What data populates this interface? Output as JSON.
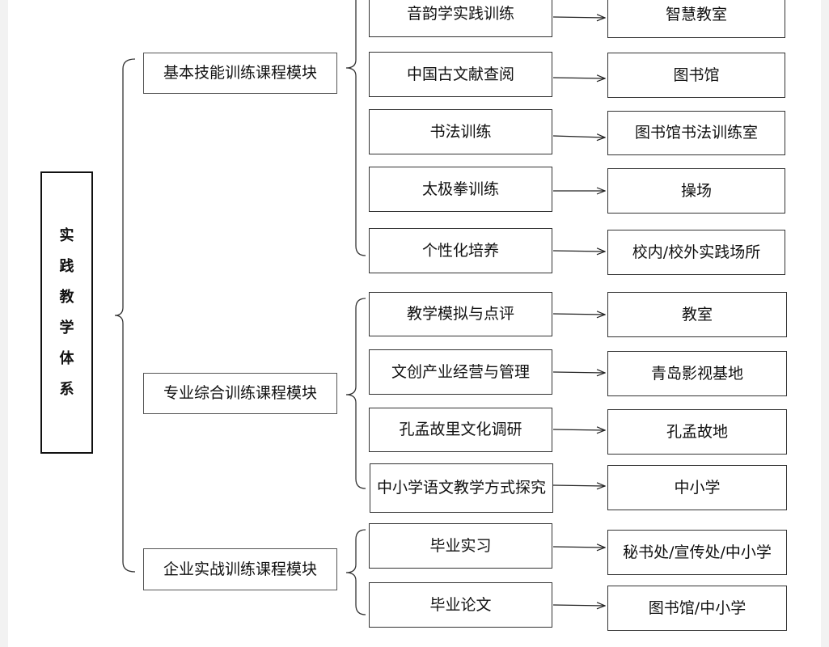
{
  "root": {
    "label": [
      "实",
      "践",
      "教",
      "学",
      "体",
      "系"
    ]
  },
  "modules": [
    {
      "label": "基本技能训练课程模块",
      "courses": [
        {
          "name": "音韵学实践训练",
          "venue": "智慧教室"
        },
        {
          "name": "中国古文献查阅",
          "venue": "图书馆"
        },
        {
          "name": "书法训练",
          "venue": "图书馆书法训练室"
        },
        {
          "name": "太极拳训练",
          "venue": "操场"
        },
        {
          "name": "个性化培养",
          "venue": "校内/校外实践场所"
        }
      ]
    },
    {
      "label": "专业综合训练课程模块",
      "courses": [
        {
          "name": "教学模拟与点评",
          "venue": "教室"
        },
        {
          "name": "文创产业经营与管理",
          "venue": "青岛影视基地"
        },
        {
          "name": "孔孟故里文化调研",
          "venue": "孔孟故地"
        },
        {
          "name": "中小学语文教学方式探究",
          "venue": "中小学"
        }
      ]
    },
    {
      "label": "企业实战训练课程模块",
      "courses": [
        {
          "name": "毕业实习",
          "venue": "秘书处/宣传处/中小学"
        },
        {
          "name": "毕业论文",
          "venue": "图书馆/中小学"
        }
      ]
    }
  ]
}
